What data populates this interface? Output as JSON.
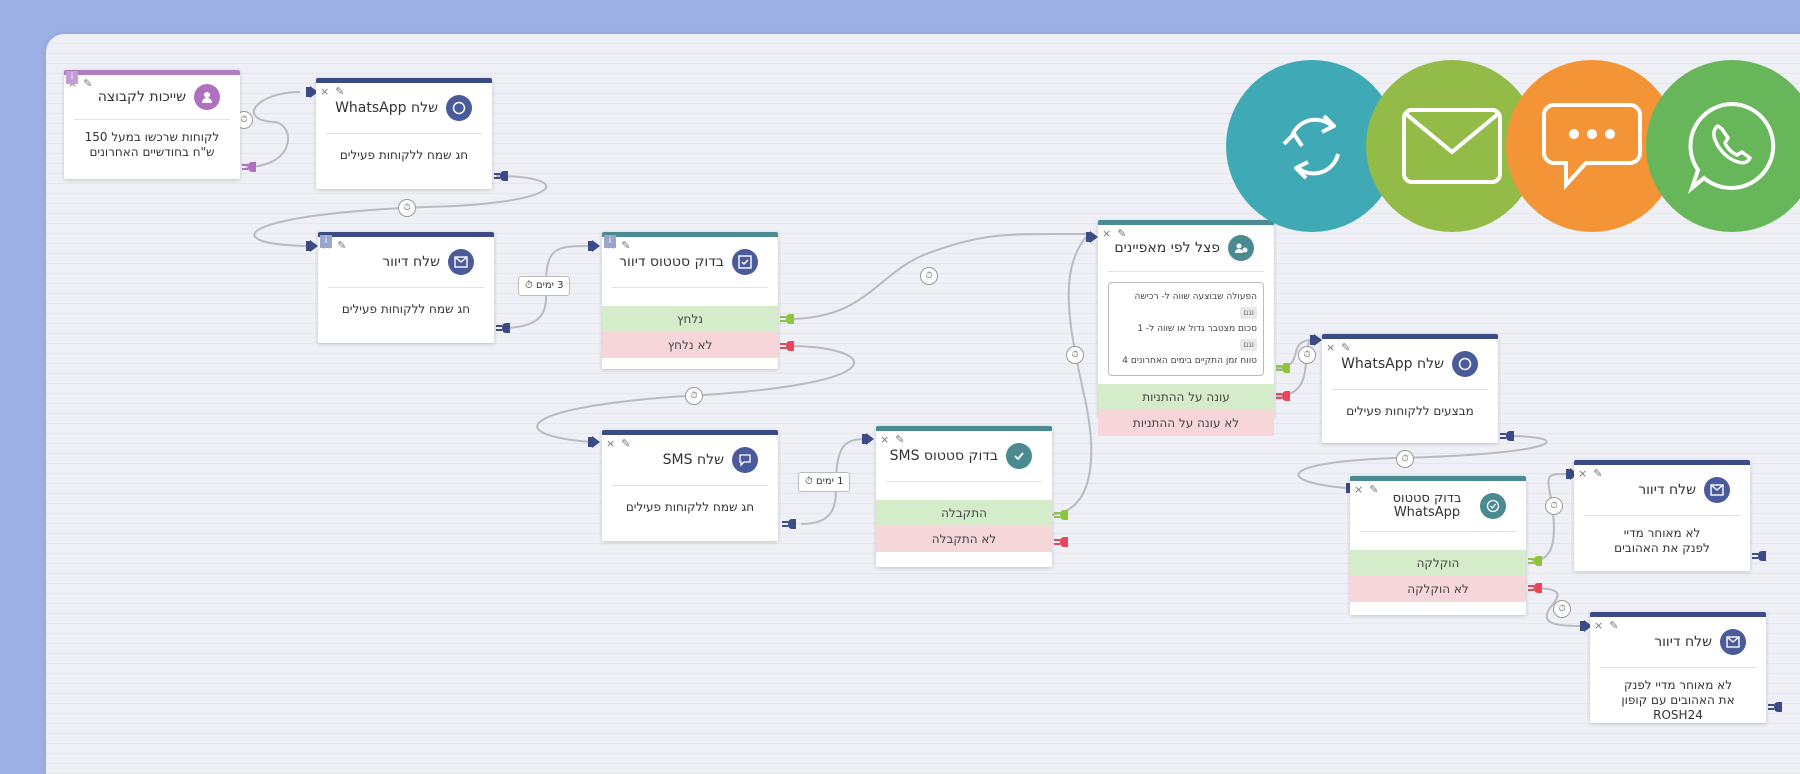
{
  "nodes": {
    "group": {
      "title": "שייכות לקבוצה",
      "info": "i",
      "body": "לקוחות שרכשו במעל 150 ש\"ח בחודשיים האחרונים"
    },
    "wa1": {
      "title": "שלח WhatsApp",
      "body": "חג שמח ללקוחות פעילים"
    },
    "mail1": {
      "title": "שלח דיוור",
      "info": "i",
      "body": "חג שמח ללקוחות פעילים"
    },
    "mailstatus": {
      "title": "בדוק סטטוס דיוור",
      "info": "i",
      "yes": "נלחץ",
      "no": "לא נלחץ"
    },
    "sms": {
      "title": "שלח SMS",
      "body": "חג שמח ללקוחות פעילים"
    },
    "smsstatus": {
      "title": "בדוק סטטוס SMS",
      "yes": "התקבלה",
      "no": "לא התקבלה"
    },
    "split": {
      "title": "פצל לפי מאפיינים",
      "conditions": [
        {
          "text": "הפעולה שבוצעה שווה ל- רכישה",
          "tag": "וגם"
        },
        {
          "text": "סכום מצטבר גדול או שווה ל- 1",
          "tag": "וגם"
        },
        {
          "text": "טווח זמן התקיים בימים האחרונים 4",
          "tag": ""
        }
      ],
      "yes": "עונה על ההתניות",
      "no": "לא עונה על ההתניות"
    },
    "wa2": {
      "title": "שלח WhatsApp",
      "body": "מבצעים ללקוחות פעילים"
    },
    "wastatus": {
      "title": "בדוק סטטוס WhatsApp",
      "yes": "הוקלקה",
      "no": "לא הוקלקה"
    },
    "mail2": {
      "title": "שלח דיוור",
      "body": "לא מאוחר מדיי לפנק את האהובים"
    },
    "mail3": {
      "title": "שלח דיוור",
      "body": "לא מאוחר מדיי לפנק את האהובים עם קופון ROSH24"
    }
  },
  "delays": {
    "d1": {
      "num": "3",
      "unit": "ימים"
    },
    "d2": {
      "num": "1",
      "unit": "ימים"
    }
  },
  "controls": {
    "close": "×",
    "edit": "✎"
  },
  "badges": [
    {
      "icon": "refresh-icon",
      "color": "#3faab5"
    },
    {
      "icon": "mail-icon",
      "color": "#93bb48"
    },
    {
      "icon": "chat-icon",
      "color": "#f39436"
    },
    {
      "icon": "whatsapp-icon",
      "color": "#67b75a"
    }
  ],
  "colors": {
    "navy": "#3b4b85",
    "purple": "#b07ec4",
    "teal": "#4a8a90",
    "green": "#8cc63f",
    "red": "#e8475b"
  }
}
